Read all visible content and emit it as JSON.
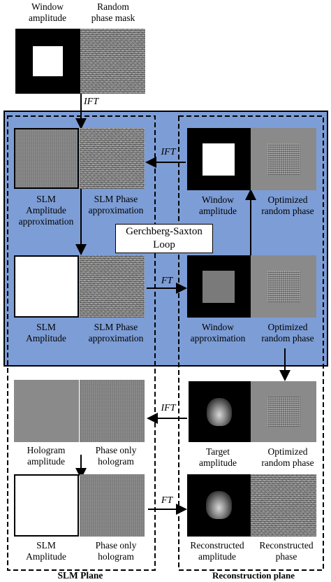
{
  "top": {
    "window_amplitude": "Window\namplitude",
    "random_phase_mask": "Random\nphase mask",
    "ift": "IFT"
  },
  "loop": {
    "slm_amp_approx": "SLM\nAmplitude\napproximation",
    "slm_phase_approx_1": "SLM Phase\napproximation",
    "ift": "IFT",
    "window_amplitude": "Window\namplitude",
    "optimized_random_phase_1": "Optimized\nrandom phase",
    "gerchberg_saxton": "Gerchberg-Saxton\nLoop",
    "slm_amplitude": "SLM\nAmplitude",
    "slm_phase_approx_2": "SLM Phase\napproximation",
    "ft": "FT",
    "window_approximation": "Window\napproximation",
    "optimized_random_phase_2": "Optimized\nrandom phase"
  },
  "lower": {
    "hologram_amplitude": "Hologram\namplitude",
    "phase_only_hologram_1": "Phase only\nhologram",
    "ift": "IFT",
    "target_amplitude": "Target\namplitude",
    "optimized_random_phase_3": "Optimized\nrandom phase",
    "slm_amplitude": "SLM\nAmplitude",
    "phase_only_hologram_2": "Phase only\nhologram",
    "ft": "FT",
    "reconstructed_amplitude": "Reconstructed\namplitude",
    "reconstructed_phase": "Reconstructed\nphase"
  },
  "planes": {
    "slm_plane": "SLM Plane",
    "reconstruction_plane": "Reconstruction plane"
  },
  "colors": {
    "loop_background": "#7d9dd6"
  }
}
